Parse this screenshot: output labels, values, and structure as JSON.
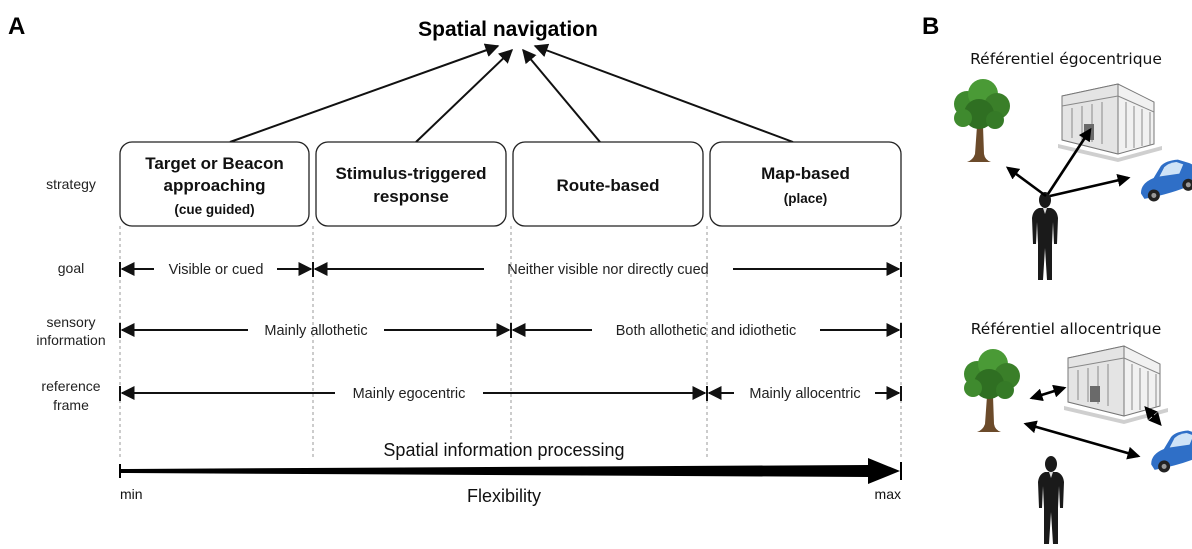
{
  "panel_a": {
    "label": "A",
    "title": "Spatial navigation",
    "rows": {
      "strategy": [
        "strategy"
      ],
      "goal": [
        "goal"
      ],
      "sensory": [
        "sensory",
        "information"
      ],
      "reference": [
        "reference",
        "frame"
      ]
    },
    "strategies": [
      {
        "lines": [
          "Target or Beacon",
          "approaching"
        ],
        "sub": "(cue guided)"
      },
      {
        "lines": [
          "Stimulus-triggered",
          "response"
        ],
        "sub": ""
      },
      {
        "lines": [
          "Route-based"
        ],
        "sub": ""
      },
      {
        "lines": [
          "Map-based"
        ],
        "sub": "(place)"
      }
    ],
    "goal_spans": [
      "Visible or cued",
      "Neither visible nor directly cued"
    ],
    "sensory_spans": [
      "Mainly allothetic",
      "Both allothetic and idiothetic"
    ],
    "reference_spans": [
      "Mainly egocentric",
      "Mainly allocentric"
    ],
    "axis": {
      "label": "Spatial information processing",
      "min": "min",
      "max": "max",
      "caption": "Flexibility"
    }
  },
  "panel_b": {
    "label": "B",
    "egocentric_title": "Référentiel égocentrique",
    "allocentric_title": "Référentiel allocentrique",
    "icons": [
      "tree-icon",
      "building-icon",
      "car-icon",
      "person-icon"
    ],
    "colors": {
      "tree": "#3f8a2e",
      "trunk": "#6b4a2a",
      "car": "#2f6fc7",
      "person": "#1a1a1a"
    }
  }
}
